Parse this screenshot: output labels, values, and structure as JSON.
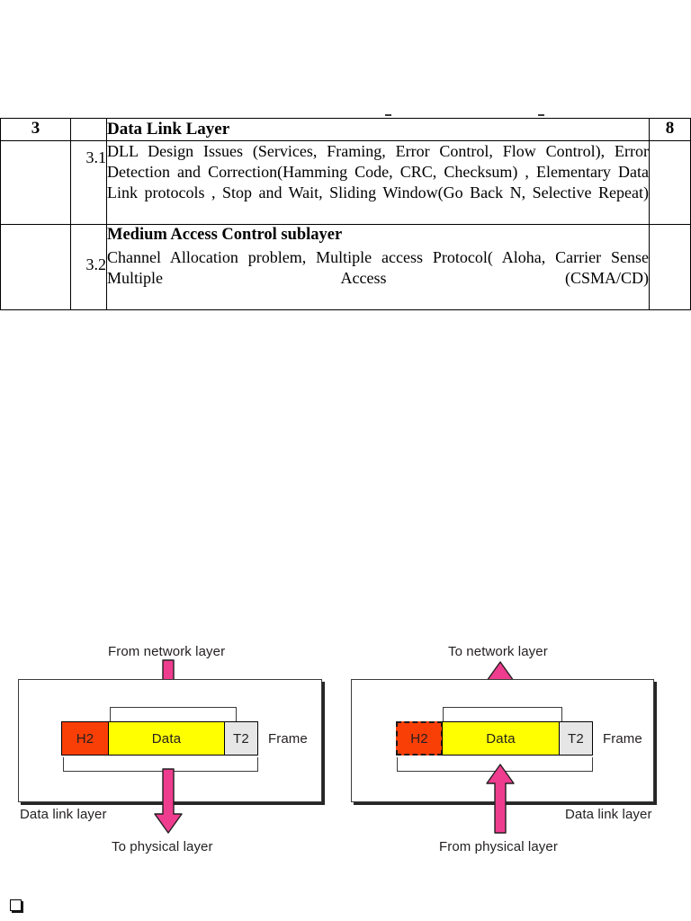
{
  "document": {
    "type": "syllabus-page",
    "table": {
      "ghost_marks": 2,
      "rows": [
        {
          "unit": "3",
          "sub": "",
          "topic_title": "Data Link Layer",
          "topic_body": "",
          "hours": "8",
          "style": "heading"
        },
        {
          "unit": "",
          "sub": "3.1",
          "topic_title": "",
          "topic_body": "DLL Design Issues (Services, Framing, Error Control, Flow Control), Error Detection and Correction(Hamming Code, CRC, Checksum) , Elementary Data Link protocols , Stop and Wait, Sliding Window(Go Back N, Selective Repeat)",
          "hours": "",
          "style": "body"
        },
        {
          "unit": "",
          "sub": "3.2",
          "topic_title": "Medium Access Control sublayer",
          "topic_body": "Channel Allocation problem, Multiple access Protocol( Aloha, Carrier Sense Multiple Access (CSMA/CD)",
          "hours": "",
          "style": "titled-body"
        }
      ]
    }
  },
  "figure": {
    "colors": {
      "header_orange": "#f93f06",
      "data_yellow": "#ffff00",
      "trailer_gray": "#e6e6e6",
      "arrow_pink": "#ee3d8f",
      "outline": "#3b3b3b",
      "text": "#231f20"
    },
    "left_panel": {
      "name": "framing-at-sender",
      "top_label": "From network layer",
      "bottom_label": "To physical layer",
      "box_label": "Data link layer",
      "frame_label": "Frame",
      "blocks": [
        {
          "label": "H2",
          "kind": "header",
          "dashed": false
        },
        {
          "label": "Data",
          "kind": "payload",
          "dashed": false
        },
        {
          "label": "T2",
          "kind": "trailer",
          "dashed": false
        }
      ],
      "arrow_in_direction": "down",
      "arrow_out_direction": "down"
    },
    "right_panel": {
      "name": "deframing-at-receiver",
      "top_label": "To network layer",
      "bottom_label": "From physical layer",
      "box_label": "Data link layer",
      "frame_label": "Frame",
      "blocks": [
        {
          "label": "H2",
          "kind": "header",
          "dashed": true
        },
        {
          "label": "Data",
          "kind": "payload",
          "dashed": false
        },
        {
          "label": "T2",
          "kind": "trailer",
          "dashed": false
        }
      ],
      "arrow_in_direction": "up",
      "arrow_out_direction": "up"
    }
  },
  "footer": {
    "bullet_marker": "checkbox-square"
  }
}
